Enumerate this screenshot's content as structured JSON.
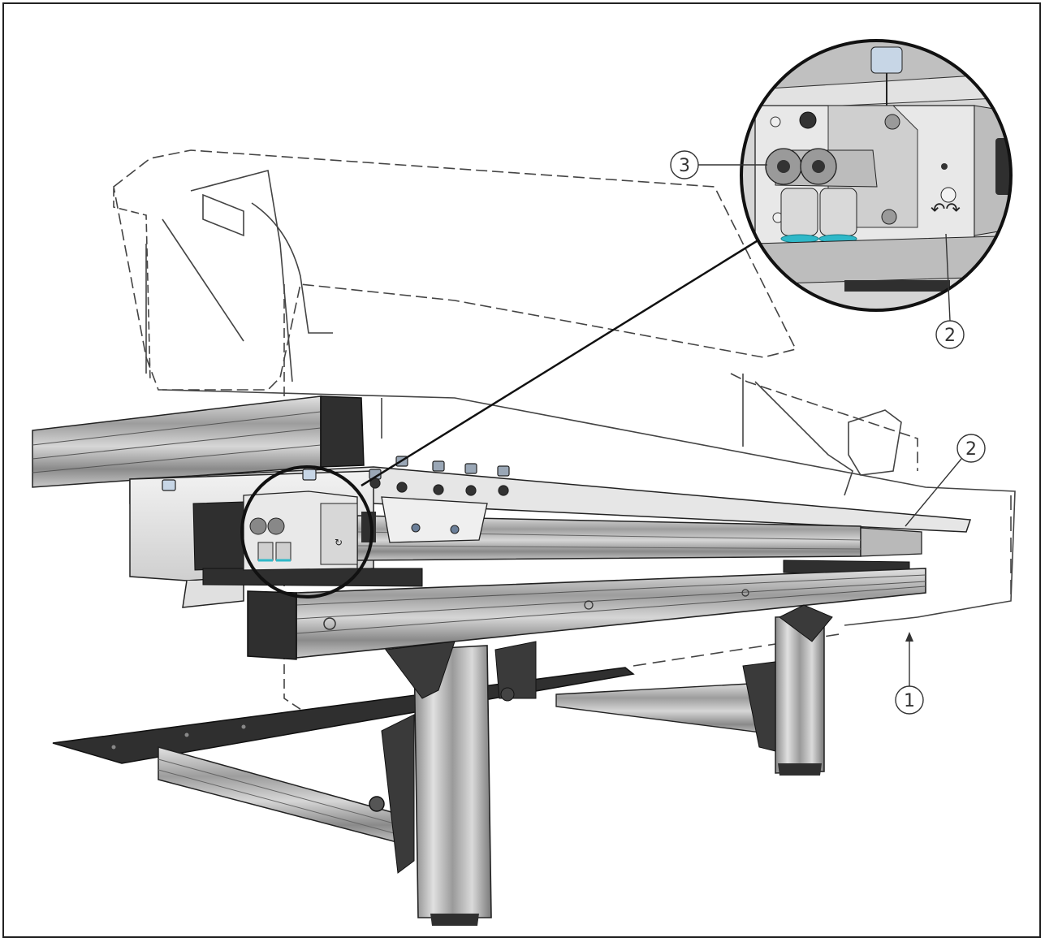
{
  "figure": {
    "callouts": [
      {
        "id": "callout-1",
        "label": "1",
        "part": "cover"
      },
      {
        "id": "callout-2-detail",
        "label": "2",
        "part": "adjust-screw-detail"
      },
      {
        "id": "callout-2-main",
        "label": "2",
        "part": "adjust-screw"
      },
      {
        "id": "callout-3",
        "label": "3",
        "part": "air-fittings"
      }
    ],
    "colors": {
      "outline": "#222222",
      "frame_light": "#d8d8d8",
      "frame_mid": "#a8a8a8",
      "frame_dark": "#6e6e6e",
      "dark_block": "#2f2f2f",
      "fitting_cyan": "#2fb8c8",
      "phantom_line": "#444444"
    },
    "icons": [
      "adjust-arrows-icon",
      "magnify-circle-icon"
    ]
  }
}
